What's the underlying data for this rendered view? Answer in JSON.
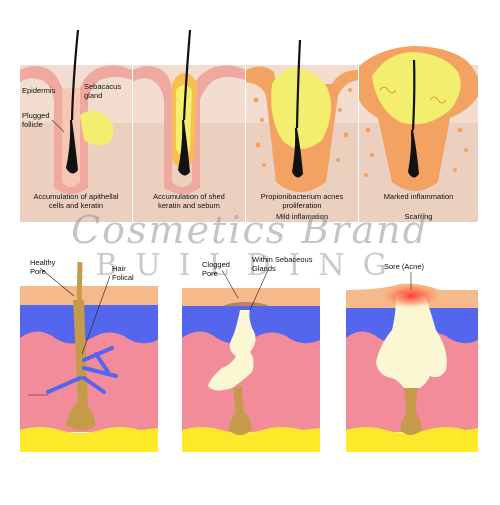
{
  "top_panels": {
    "labels": {
      "epidermis": "Epidermis",
      "sebaceous_gland": "Sebacacus\ngland",
      "plugged_follicle": "Plugged\nfollicle"
    },
    "captions": [
      "Accumulation of apithellal\ncells and keratin",
      "Accumulation of shed\nkeratin and sebum",
      "Propionibacterium acnes\nproliferation",
      "Marked inflammation"
    ],
    "subcaptions": [
      "",
      "",
      "Mild inflamation",
      "Scarring"
    ]
  },
  "watermark": {
    "line1": "Cosmetics Brand",
    "line2": "BUILDING"
  },
  "bottom_panels": {
    "labels": {
      "healthy_pore": "Healthy\nPore",
      "hair_follicle": "Hair\nFolical",
      "clogged_pore": "Clogged\nPore",
      "sebaceous_glands": "Within Sebaceous\nGlands",
      "sore": "Sore (Acne)"
    }
  },
  "colors": {
    "dermis_top": "#f2ddd0",
    "epidermis_pink": "#f0a9a0",
    "sebum_yellow": "#f3ee6e",
    "inflamed_orange": "#f3a262",
    "skin_surface": "#f6b98a",
    "blue_layer": "#5566ee",
    "pink_layer": "#f38c9a",
    "hypodermis_yellow": "#fde82a",
    "hair_brown": "#c59a4a",
    "plug_cream": "#fbf7d2",
    "sore_red": "#ff3a3a"
  }
}
